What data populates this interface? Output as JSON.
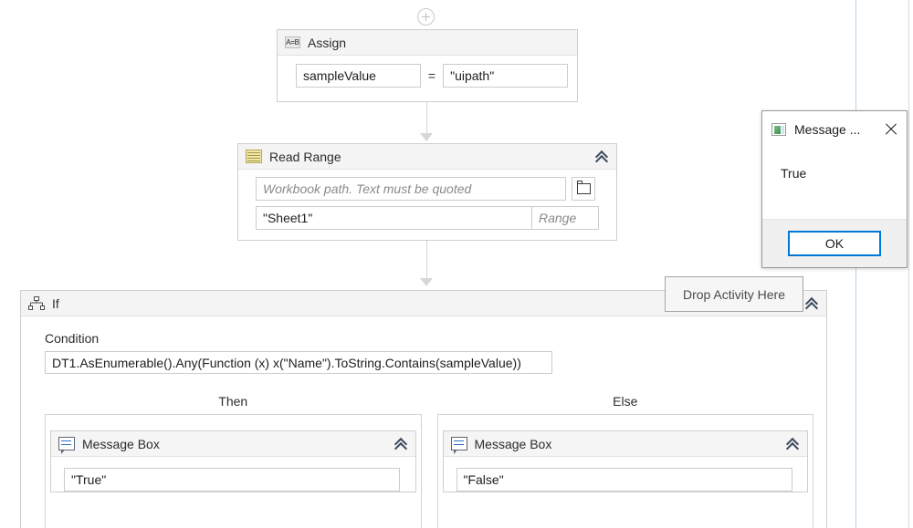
{
  "canvas": {
    "add_button_icon": "plus-circle-icon"
  },
  "activities": {
    "assign": {
      "icon": "assign-ab-icon",
      "icon_text": "A=B",
      "title": "Assign",
      "to_value": "sampleValue",
      "equals": "=",
      "value": "\"uipath\""
    },
    "read_range": {
      "icon": "excel-sheet-icon",
      "title": "Read Range",
      "collapse_icon": "double-chevron-up-icon",
      "workbook_placeholder": "Workbook path. Text must be quoted",
      "workbook_value": "",
      "browse_icon": "folder-icon",
      "sheet_value": "\"Sheet1\"",
      "range_placeholder": "Range",
      "range_value": ""
    },
    "if": {
      "icon": "if-branch-icon",
      "title": "If",
      "collapse_icon": "double-chevron-up-icon",
      "condition_label": "Condition",
      "condition_value": "DT1.AsEnumerable().Any(Function (x) x(\"Name\").ToString.Contains(sampleValue))",
      "then": {
        "label": "Then",
        "message_box": {
          "icon": "message-box-icon",
          "title": "Message Box",
          "collapse_icon": "double-chevron-up-icon",
          "text_value": "\"True\""
        }
      },
      "else": {
        "label": "Else",
        "message_box": {
          "icon": "message-box-icon",
          "title": "Message Box",
          "collapse_icon": "double-chevron-up-icon",
          "text_value": "\"False\""
        }
      }
    }
  },
  "tooltip": {
    "drop_activity": "Drop Activity Here"
  },
  "dialog": {
    "icon": "app-window-icon",
    "title": "Message ...",
    "close_icon": "close-x-icon",
    "body_text": "True",
    "ok_label": "OK"
  },
  "colors": {
    "accent_blue": "#0078d7",
    "canvas_guide": "#b8d4ea",
    "connector_gray": "#d7d7d7",
    "header_gray": "#f4f4f4"
  }
}
